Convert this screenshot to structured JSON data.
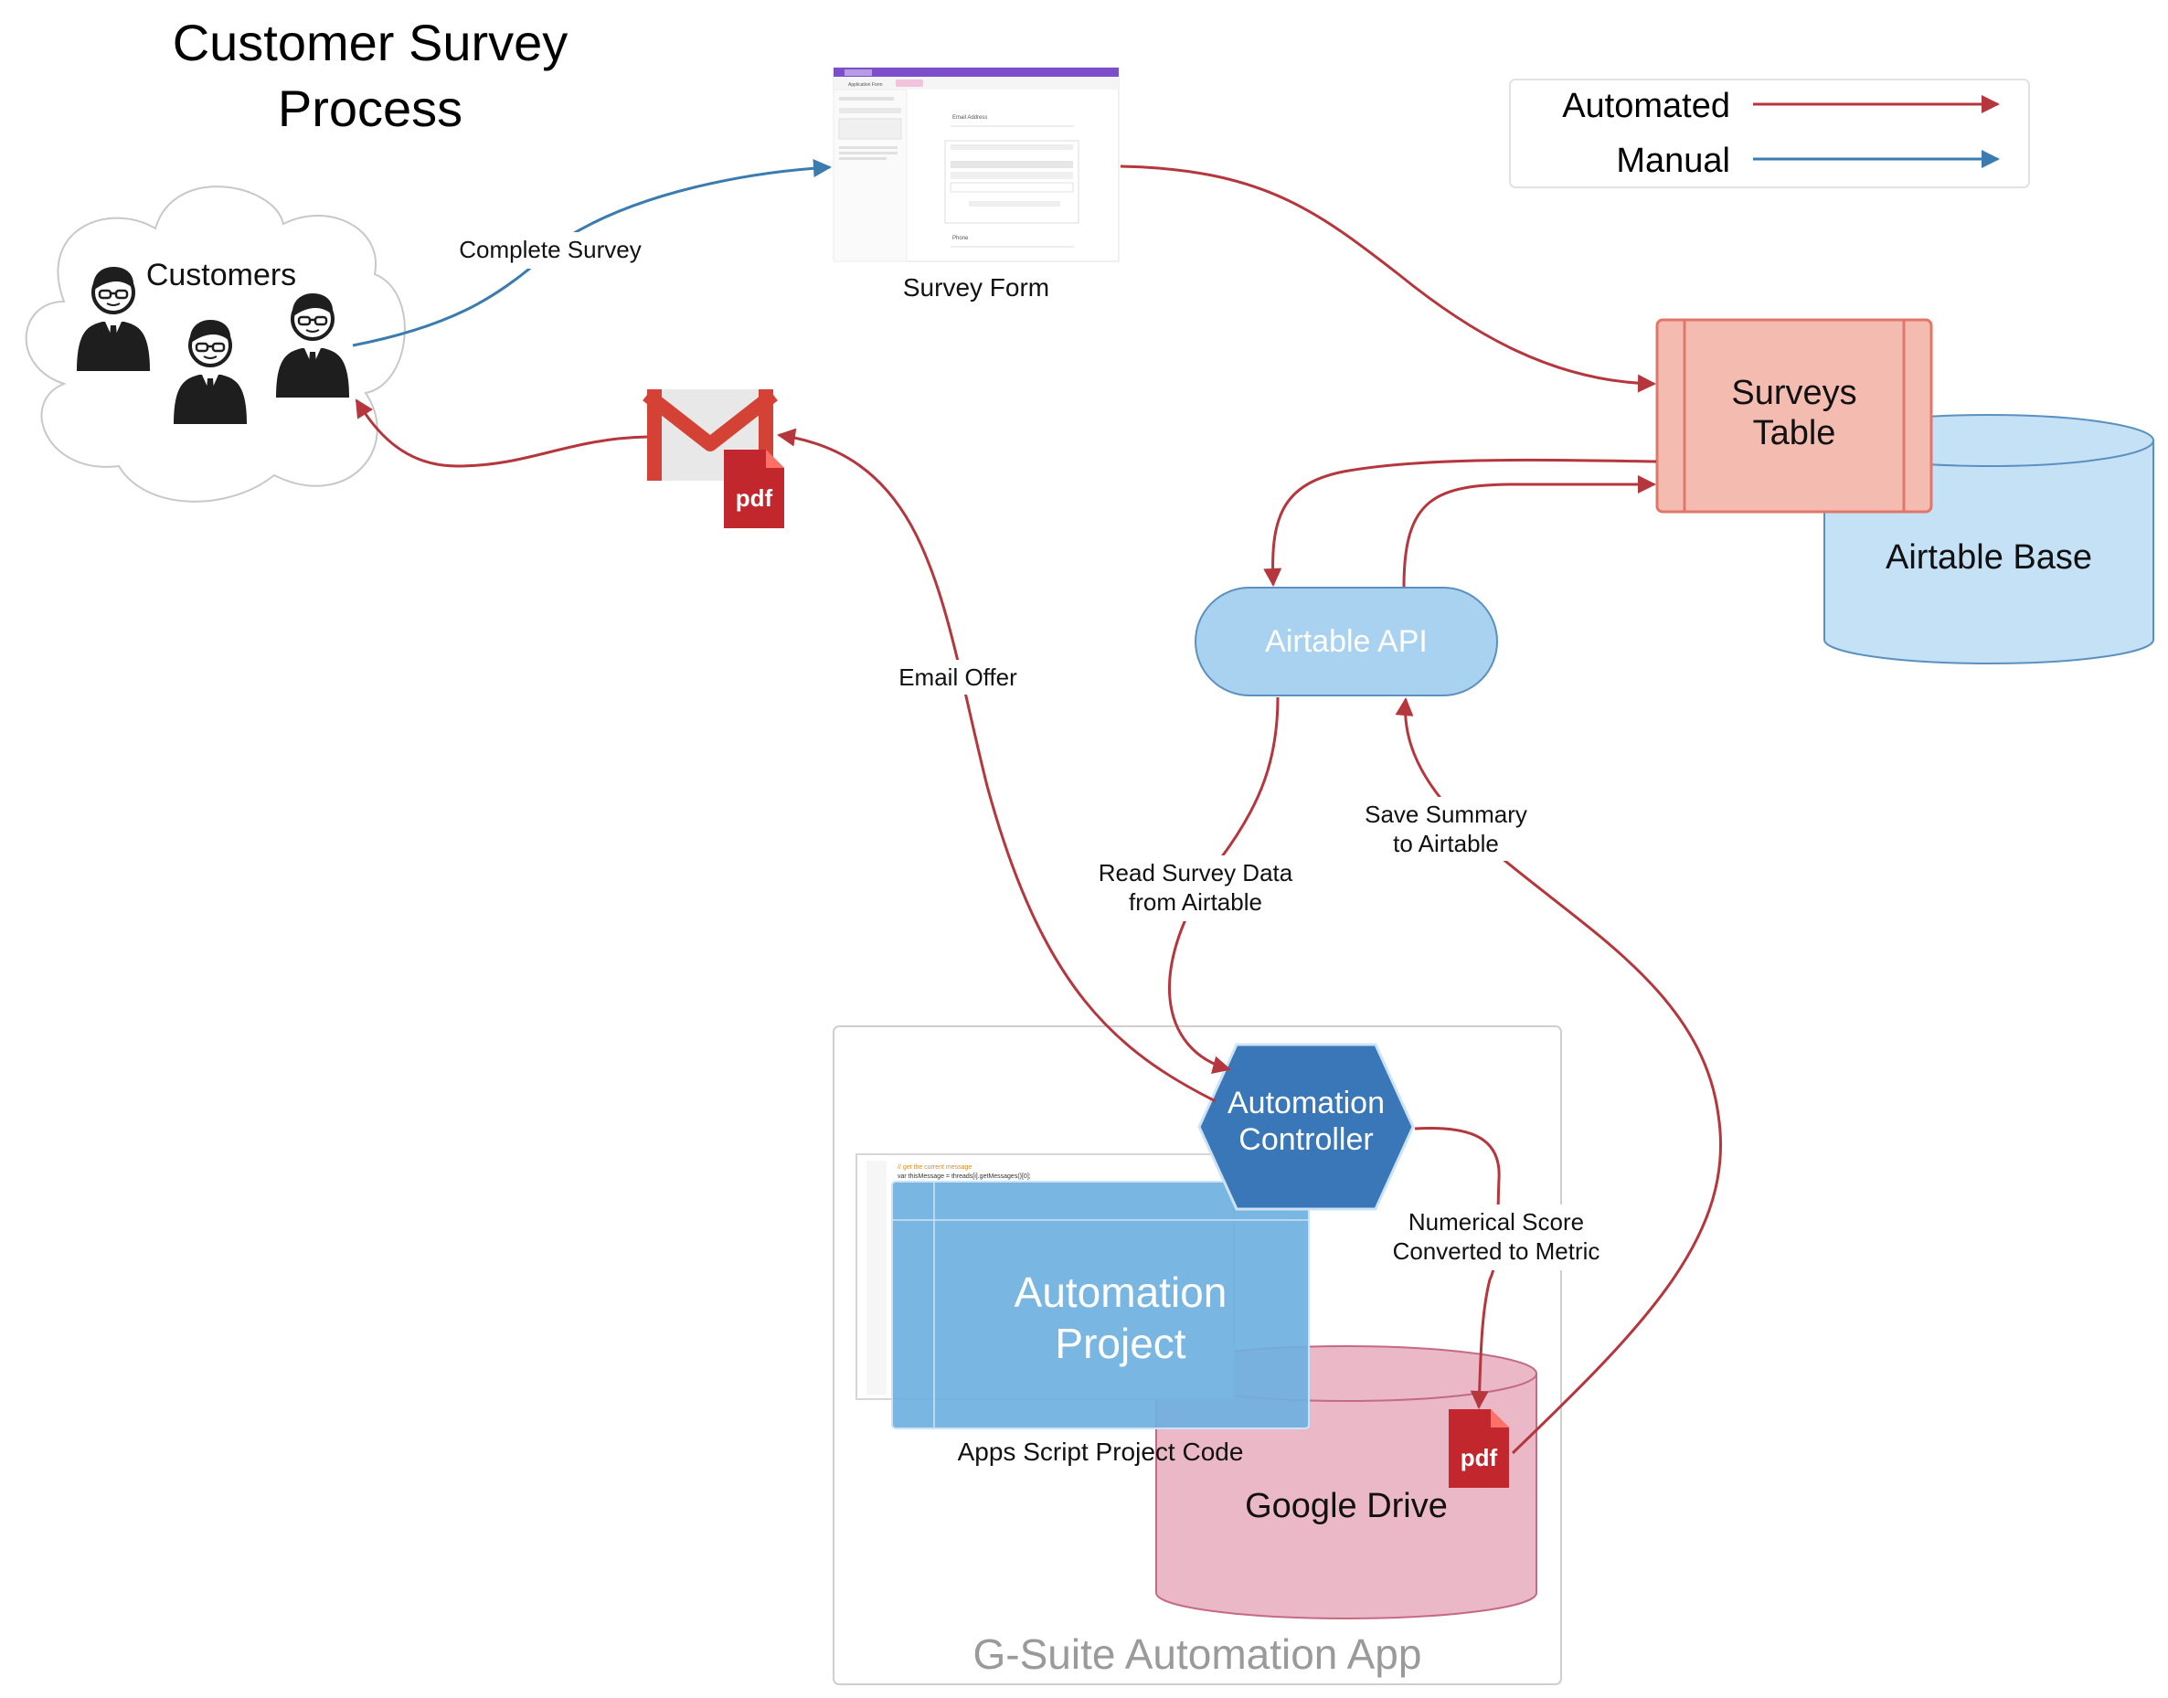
{
  "title": "Customer Survey Process",
  "legend": {
    "automated_label": "Automated",
    "manual_label": "Manual",
    "colors": {
      "automated": "#b5363c",
      "manual": "#3a7bb0"
    }
  },
  "nodes": {
    "customers": "Customers",
    "survey_form": "Survey Form",
    "surveys_table": [
      "Surveys",
      "Table"
    ],
    "airtable_base": "Airtable Base",
    "airtable_api": "Airtable API",
    "automation_controller": [
      "Automation",
      "Controller"
    ],
    "automation_project": [
      "Automation",
      "Project"
    ],
    "apps_script_code": "Apps Script Project Code",
    "google_drive": "Google Drive",
    "gsuite_app": "G-Suite Automation App",
    "pdf_badge": "pdf"
  },
  "edges": {
    "complete_survey": "Complete Survey",
    "email_offer": "Email Offer",
    "read_survey_data": [
      "Read Survey Data",
      "from Airtable"
    ],
    "save_summary": [
      "Save Summary",
      "to Airtable"
    ],
    "numerical_score": [
      "Numerical Score",
      "Converted to Metric"
    ]
  },
  "survey_form_screenshot": {
    "tab_active": "Application Form",
    "field_1": "Email Address",
    "field_2": "Phone"
  },
  "code_snippet": {
    "line_1": "// get the current message",
    "line_2": "var thisMessage = threads[i].getMessages()[0];"
  },
  "icons": [
    "person-icon",
    "gmail-icon",
    "pdf-file-icon",
    "cloud-shape",
    "database-cylinder",
    "hexagon"
  ]
}
